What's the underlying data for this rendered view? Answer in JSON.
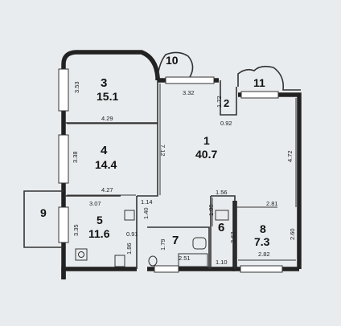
{
  "rooms": [
    {
      "number": "1",
      "area": "40.7"
    },
    {
      "number": "2",
      "area": ""
    },
    {
      "number": "3",
      "area": "15.1"
    },
    {
      "number": "4",
      "area": "14.4"
    },
    {
      "number": "5",
      "area": "11.6"
    },
    {
      "number": "6",
      "area": ""
    },
    {
      "number": "7",
      "area": ""
    },
    {
      "number": "8",
      "area": "7.3"
    },
    {
      "number": "9",
      "area": ""
    },
    {
      "number": "10",
      "area": ""
    },
    {
      "number": "11",
      "area": ""
    }
  ],
  "dimensions": {
    "d353": "3.53",
    "d332": "3.32",
    "d172": "1.72",
    "d092": "0.92",
    "d429": "4.29",
    "d712": "7.12",
    "d472": "4.72",
    "d338": "3.38",
    "d427": "4.27",
    "d114": "1.14",
    "d156": "1.56",
    "d307": "3.07",
    "d140": "1.40",
    "d180": "1.80",
    "d281": "2.81",
    "d335": "3.35",
    "d091": "0.91",
    "d363": "3.63",
    "d260": "2.60",
    "d186": "1.86",
    "d179": "1.79",
    "d251": "2.51",
    "d110": "1.10",
    "d282": "2.82"
  },
  "colors": {
    "background": "#e9ecef",
    "wall": "#222222",
    "text": "#111111"
  }
}
